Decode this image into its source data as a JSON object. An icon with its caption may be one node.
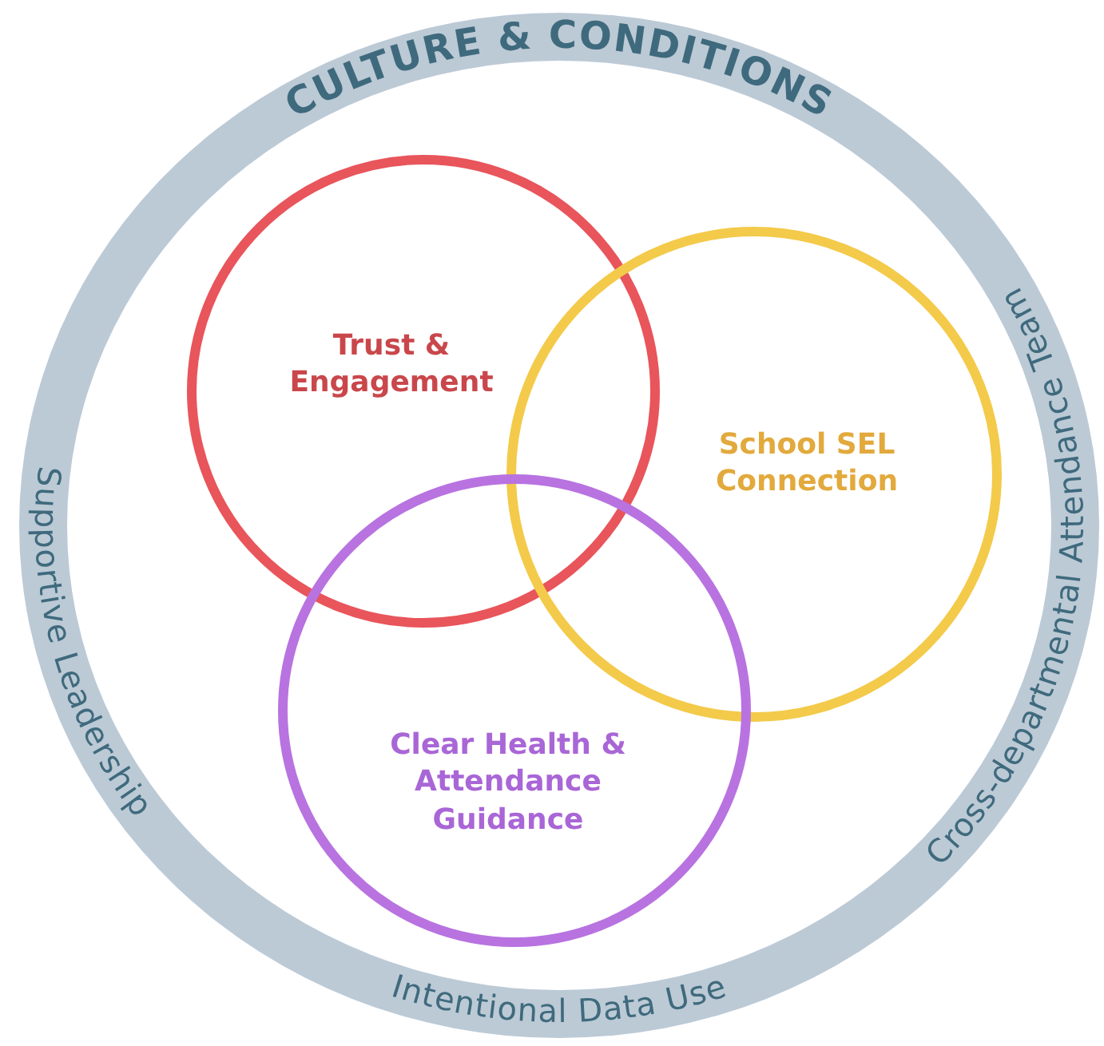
{
  "diagram": {
    "nodes": [
      {
        "text": [
          "CULTURE & CONDITIONS",
          "Supportive Leadership",
          "Cross-departmental Attendance Team",
          "Intentional Data Use"
        ]
      },
      {
        "text": [
          "Trust & Engagement"
        ],
        "in": 0
      },
      {
        "text": [
          "School SEL Connection"
        ],
        "in": 0
      },
      {
        "text": [
          "Clear Health & Attendance Guidance"
        ],
        "in": 0
      }
    ]
  }
}
